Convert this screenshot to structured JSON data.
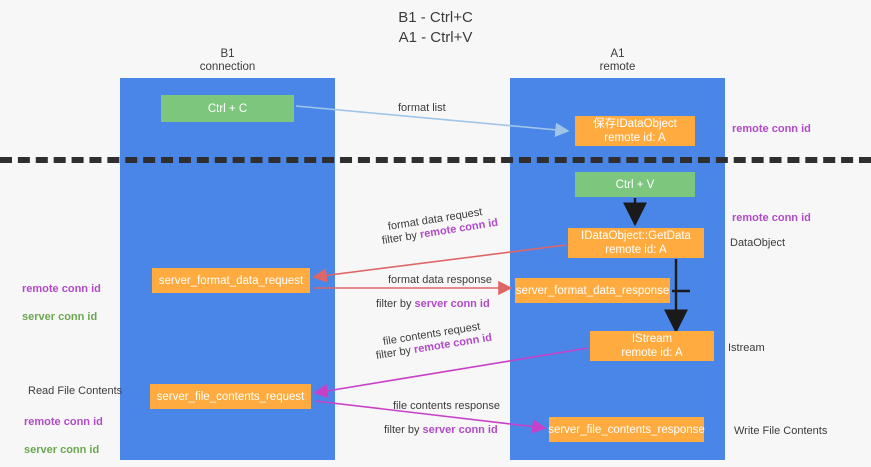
{
  "title": "B1 - Ctrl+C\nA1 - Ctrl+V",
  "columns": {
    "left": "B1\nconnection",
    "right": "A1\nremote"
  },
  "nodes": [
    {
      "id": "ctrl-c",
      "label": "Ctrl + C",
      "color": "#7dc67d"
    },
    {
      "id": "idataobject",
      "label": "保存IDataObject\nremote id: A",
      "color": "#ffab40"
    },
    {
      "id": "ctrl-v",
      "label": "Ctrl + V",
      "color": "#7dc67d"
    },
    {
      "id": "idataobject-getdata",
      "label": "IDataObject::GetData\nremote id: A",
      "color": "#ffab40"
    },
    {
      "id": "server-format-data-request",
      "label": "server_format_data_request",
      "color": "#ffab40"
    },
    {
      "id": "server-format-data-response",
      "label": "server_format_data_response",
      "color": "#ffab40"
    },
    {
      "id": "istream",
      "label": "IStream\nremote id: A",
      "color": "#ffab40"
    },
    {
      "id": "server-file-contents-request",
      "label": "server_file_contents_request",
      "color": "#ffab40"
    },
    {
      "id": "server-file-contents-response",
      "label": "server_file_contents_response",
      "color": "#ffab40"
    }
  ],
  "edges": {
    "format_list": "format list",
    "format_data_request": "format data request",
    "format_data_request_filter_prefix": "filter by ",
    "format_data_request_filter_key": "remote conn id",
    "format_data_response": "format data response",
    "format_data_response_filter_prefix": "filter by ",
    "format_data_response_filter_key": "server conn id",
    "file_contents_request": "file contents request",
    "file_contents_request_filter_prefix": "filter by ",
    "file_contents_request_filter_key": "remote conn id",
    "file_contents_response": "file contents response",
    "file_contents_response_filter_prefix": "filter by ",
    "file_contents_response_filter_key": "server conn id"
  },
  "annotations": {
    "right_remote_conn_id_top": "remote conn id",
    "right_remote_conn_id_mid": "remote conn id",
    "right_dataobject": "DataObject",
    "right_istream": "Istream",
    "right_write_file_contents": "Write File Contents",
    "left_remote_conn_id": "remote conn id",
    "left_server_conn_id": "server conn id",
    "left_read_file_contents": "Read File Contents",
    "left_remote_conn_id_2": "remote conn id",
    "left_server_conn_id_2": "server conn id"
  },
  "colors": {
    "lane": "#4a86e8",
    "node_green": "#7dc67d",
    "node_orange": "#ffab40",
    "divider": "#2f2f2f",
    "purple": "#b24bc9",
    "green_text": "#6aa84f",
    "arrow_blue": "#9fc5e8",
    "arrow_red": "#e06666",
    "arrow_magenta": "#c840c8",
    "arrow_black": "#1a1a1a",
    "background": "#f7f7f7"
  }
}
